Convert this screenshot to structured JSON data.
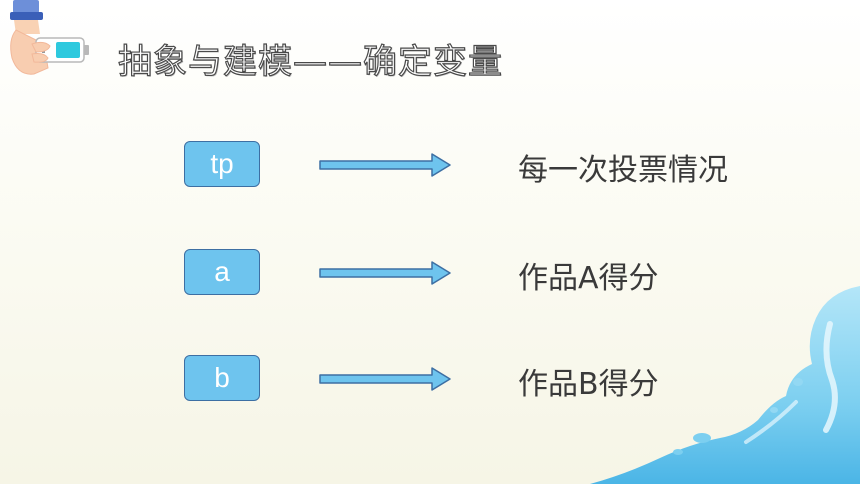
{
  "title": "抽象与建模——确定变量",
  "colors": {
    "box_fill": "#6ec4ee",
    "box_border": "#3d6fa3",
    "arrow_fill": "#6ec4ee",
    "title_outline": "#4a4a4a",
    "splash_blue": "#7ccff0"
  },
  "icons": {
    "header": "hand-holding-battery-icon",
    "arrow": "right-arrow-icon",
    "decoration": "water-splash"
  },
  "variables": [
    {
      "symbol": "tp",
      "meaning": "每一次投票情况"
    },
    {
      "symbol": "a",
      "meaning": "作品A得分"
    },
    {
      "symbol": "b",
      "meaning": "作品B得分"
    }
  ]
}
